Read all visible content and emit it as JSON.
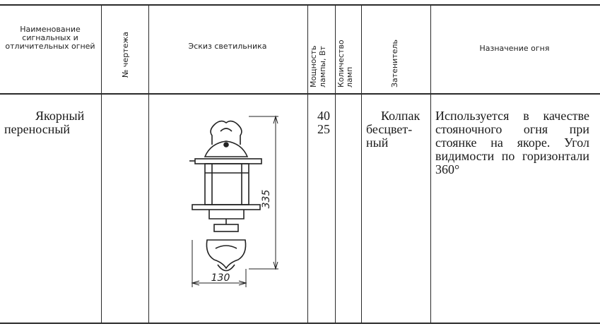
{
  "table": {
    "headers": {
      "name": "Наименование сигнальных и отличительных огней",
      "drawing_no": "№ чертежа",
      "sketch": "Эскиз светильника",
      "power_line1": "Мощность",
      "power_line2": "лампы, Вт",
      "lamps_line1": "Количество",
      "lamps_line2": "ламп",
      "shade": "Затенитель",
      "purpose": "Назначение огня"
    },
    "row": {
      "name_line1": "Якорный",
      "name_line2": "переносный",
      "power_1": "40",
      "power_2": "25",
      "shade_line1": "Колпак",
      "shade_line2": "бесцвет-",
      "shade_line3": "ный",
      "purpose": "Используется в качестве стояночного огня при стоянке на якоре. Угол видимости по горизонтали 360°"
    },
    "sketch_dims": {
      "height": "335",
      "width": "130"
    }
  }
}
